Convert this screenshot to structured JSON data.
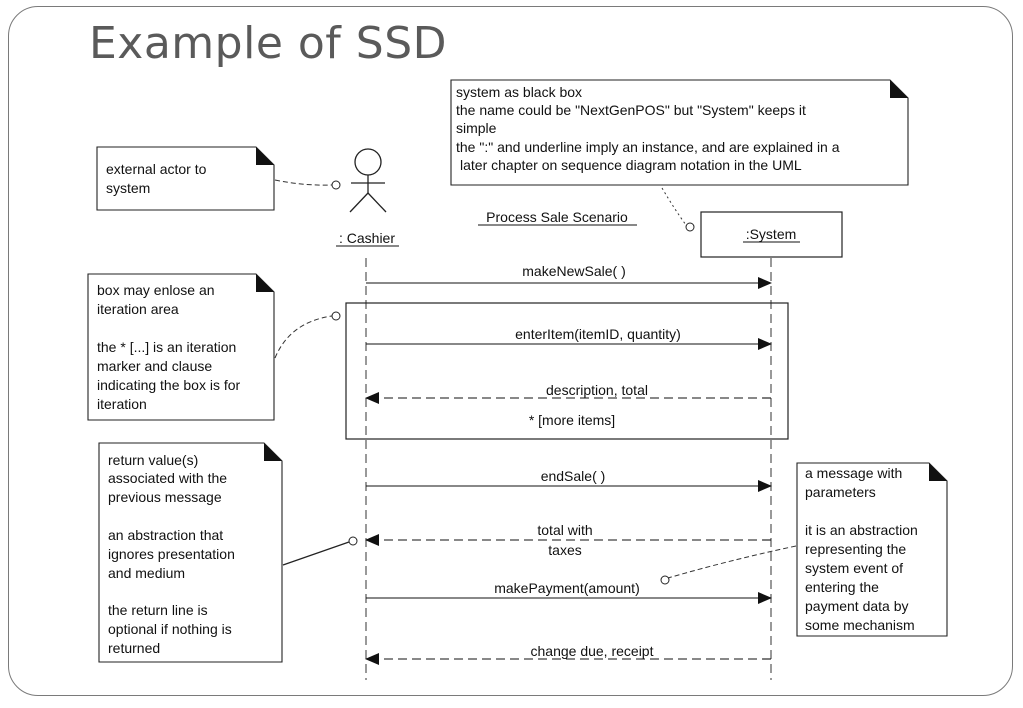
{
  "title": "Example of SSD",
  "diagram": {
    "scenario_title": "Process Sale Scenario",
    "actor_label": ": Cashier",
    "system_label": ":System",
    "iteration_marker": "* [more items]",
    "messages": [
      {
        "id": "makeNewSale",
        "label": "makeNewSale( )",
        "type": "call"
      },
      {
        "id": "enterItem",
        "label": "enterItem(itemID, quantity)",
        "type": "call"
      },
      {
        "id": "description",
        "label": "description, total",
        "type": "return"
      },
      {
        "id": "endSale",
        "label": "endSale( )",
        "type": "call"
      },
      {
        "id": "totalTaxes",
        "lines": [
          "total with",
          "taxes"
        ],
        "type": "return"
      },
      {
        "id": "makePayment",
        "label": "makePayment(amount)",
        "type": "call"
      },
      {
        "id": "changeDue",
        "label": "change due, receipt",
        "type": "return"
      }
    ],
    "notes": {
      "system": [
        "system as black box",
        "the name could be \"NextGenPOS\" but \"System\" keeps it",
        "simple",
        "the \":\" and underline imply an instance, and are explained in a",
        "later chapter on sequence diagram notation in the UML"
      ],
      "actor": [
        "external actor to",
        "system"
      ],
      "iteration": [
        "box may enlose an",
        "iteration area",
        "",
        "the * [...] is an iteration",
        "marker and clause",
        "indicating the box is for",
        "iteration"
      ],
      "return": [
        "return value(s)",
        "associated with the",
        "previous message",
        "",
        "an abstraction that",
        "ignores presentation",
        "and medium",
        "",
        "the return line is",
        "optional if nothing is",
        "returned"
      ],
      "params": [
        "a message with",
        "parameters",
        "",
        "it is an abstraction",
        "representing the",
        "system event of",
        "entering the",
        "payment data by",
        "some mechanism"
      ]
    }
  }
}
